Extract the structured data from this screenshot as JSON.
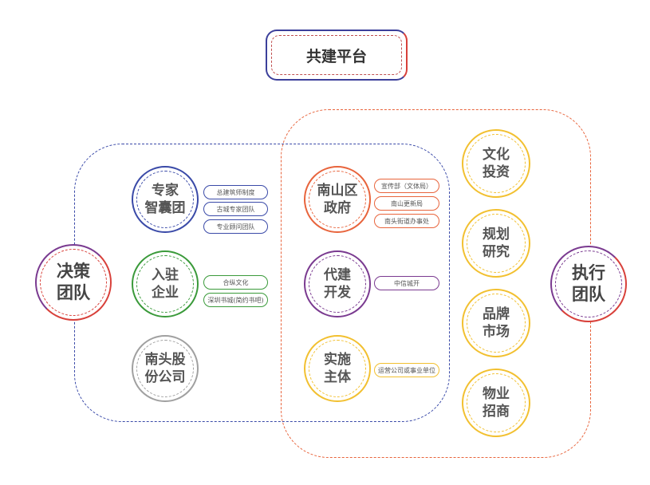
{
  "title": "共建平台",
  "colors": {
    "blue": "#3a4aa8",
    "green": "#3a9a3a",
    "gray": "#a0a0a0",
    "orange": "#e8643c",
    "purple": "#7a3a90",
    "yellow": "#f2c030",
    "red": "#d8403a"
  },
  "left_hub": "决策\n团队",
  "right_hub": "执行\n团队",
  "decision_nodes": [
    {
      "label": "专家\n智囊团",
      "items": [
        "总建筑师制度",
        "古城专家团队",
        "专业顾问团队"
      ]
    },
    {
      "label": "入驻\n企业",
      "items": [
        "合纵文化",
        "深圳书城(简约书吧)"
      ]
    },
    {
      "label": "南头股\n份公司",
      "items": []
    }
  ],
  "shared_nodes": [
    {
      "label": "南山区\n政府",
      "items": [
        "宣传部（文体局）",
        "南山更新局",
        "南头街道办事处"
      ]
    },
    {
      "label": "代建\n开发",
      "items": [
        "中信城开"
      ]
    },
    {
      "label": "实施\n主体",
      "items": [
        "运营公司或事业单位"
      ]
    }
  ],
  "execution_nodes": [
    {
      "label": "文化\n投资"
    },
    {
      "label": "规划\n研究"
    },
    {
      "label": "品牌\n市场"
    },
    {
      "label": "物业\n招商"
    }
  ]
}
